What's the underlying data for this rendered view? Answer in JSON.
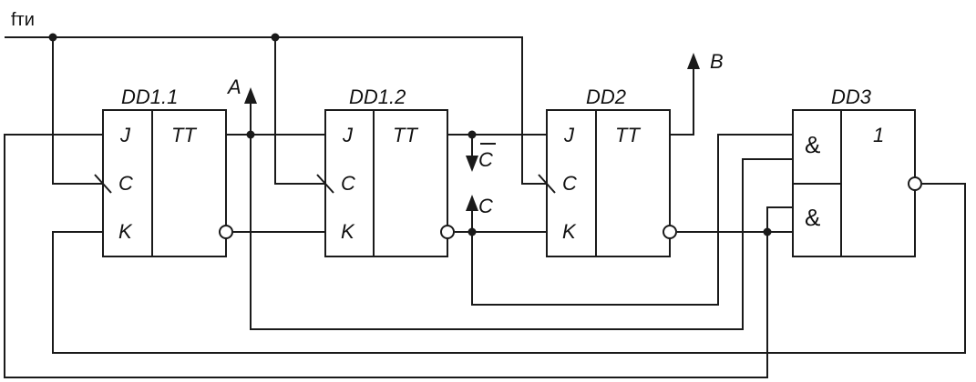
{
  "input": {
    "label": "fти"
  },
  "signals": {
    "a": "A",
    "b": "B",
    "c": "C",
    "c_bar": "C"
  },
  "blocks": {
    "dd11": {
      "name": "DD1.1",
      "type": "TT",
      "j": "J",
      "c": "C",
      "k": "K"
    },
    "dd12": {
      "name": "DD1.2",
      "type": "TT",
      "j": "J",
      "c": "C",
      "k": "K"
    },
    "dd2": {
      "name": "DD2",
      "type": "TT",
      "j": "J",
      "c": "C",
      "k": "K"
    },
    "dd3": {
      "name": "DD3",
      "gate1": "&",
      "gate2": "&",
      "out": "1"
    }
  },
  "colors": {
    "line": "#1a1a1a",
    "background": "#ffffff"
  }
}
